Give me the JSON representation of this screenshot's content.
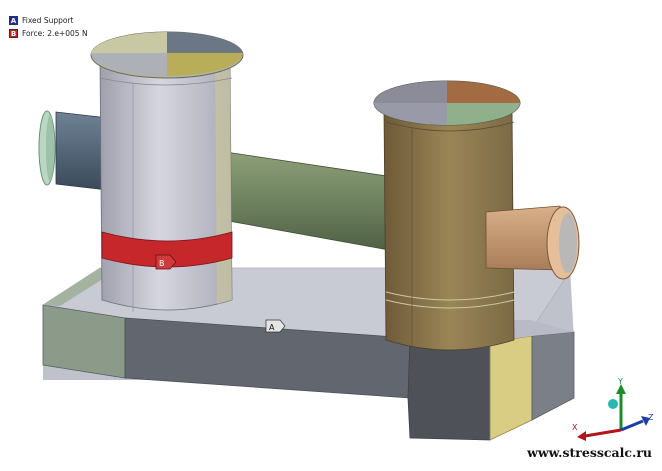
{
  "legend": {
    "items": [
      {
        "tag": "A",
        "label": "Fixed Support",
        "color": "#1e2ab0"
      },
      {
        "tag": "B",
        "label": "Force: 2.e+005 N",
        "color": "#d21b1b"
      }
    ]
  },
  "markers": {
    "a_tag": "A",
    "b_tag": "B"
  },
  "triad": {
    "x_label": "X",
    "y_label": "Y",
    "z_label": "Z"
  },
  "watermark": "www.stresscalc.ru",
  "colors": {
    "fixed_support": "#1e2ab0",
    "force": "#d21b1b",
    "left_post": "#c4c4d0",
    "right_post": "#7c6a4a",
    "crossbar": "#6b7d58",
    "base_top": "#c9cbd2",
    "base_front": "#6b6f78"
  }
}
